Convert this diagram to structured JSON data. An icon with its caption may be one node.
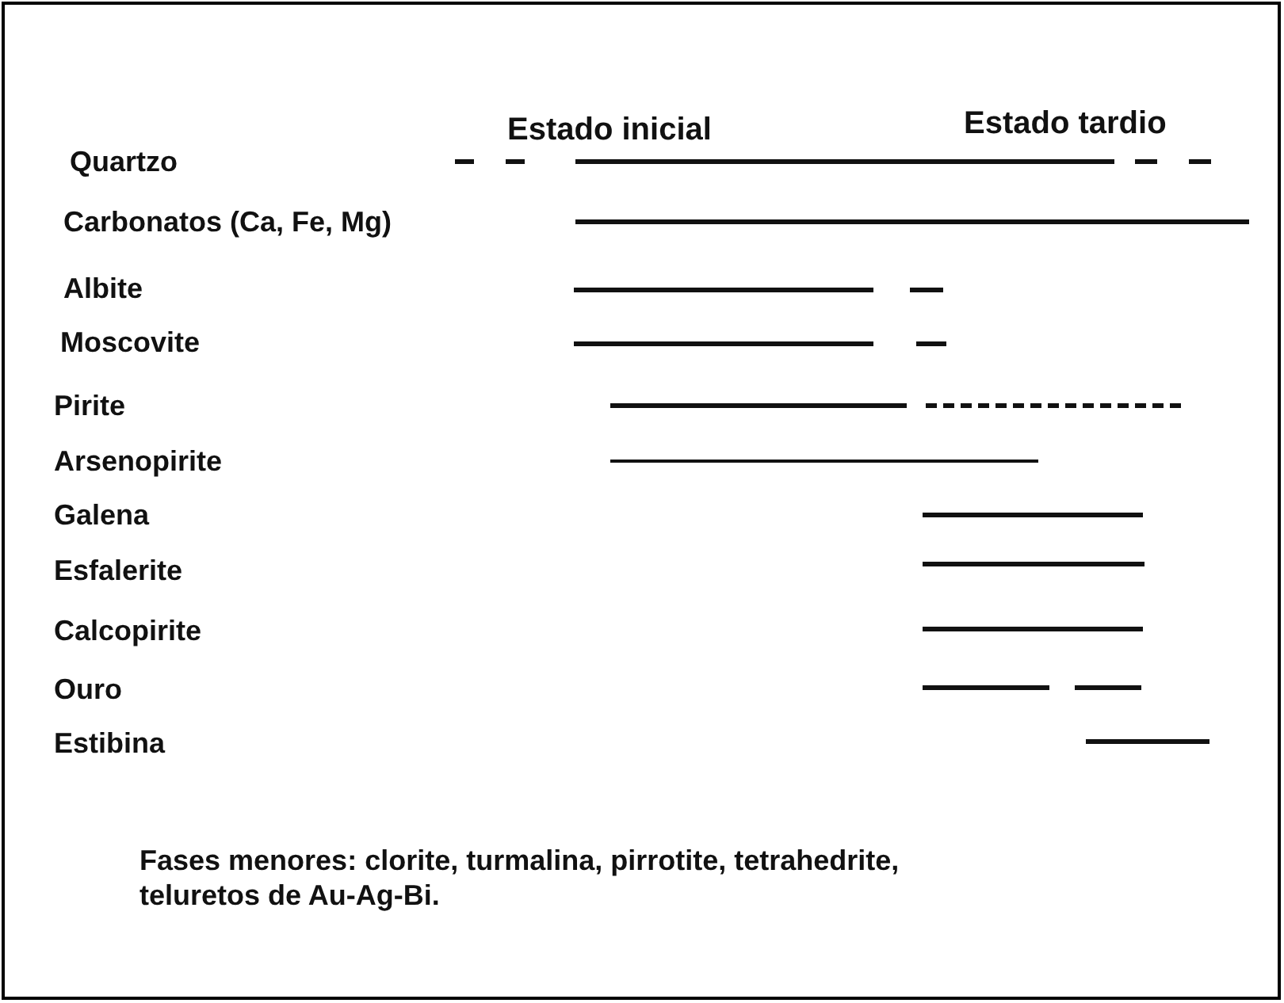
{
  "diagram": {
    "labels": [
      "Estado inicial",
      "Estado tardio",
      "Quartzo",
      "Carbonatos (Ca, Fe, Mg)",
      "Albite",
      "Moscovite",
      "Pirite",
      "Arsenopirite",
      "Galena",
      "Esfalerite",
      "Calcopirite",
      "Ouro",
      "Estibina",
      "Fases menores: clorite, turmalina, pirrotite, tetrahedrite, teluretos de Au-Ag-Bi."
    ]
  }
}
